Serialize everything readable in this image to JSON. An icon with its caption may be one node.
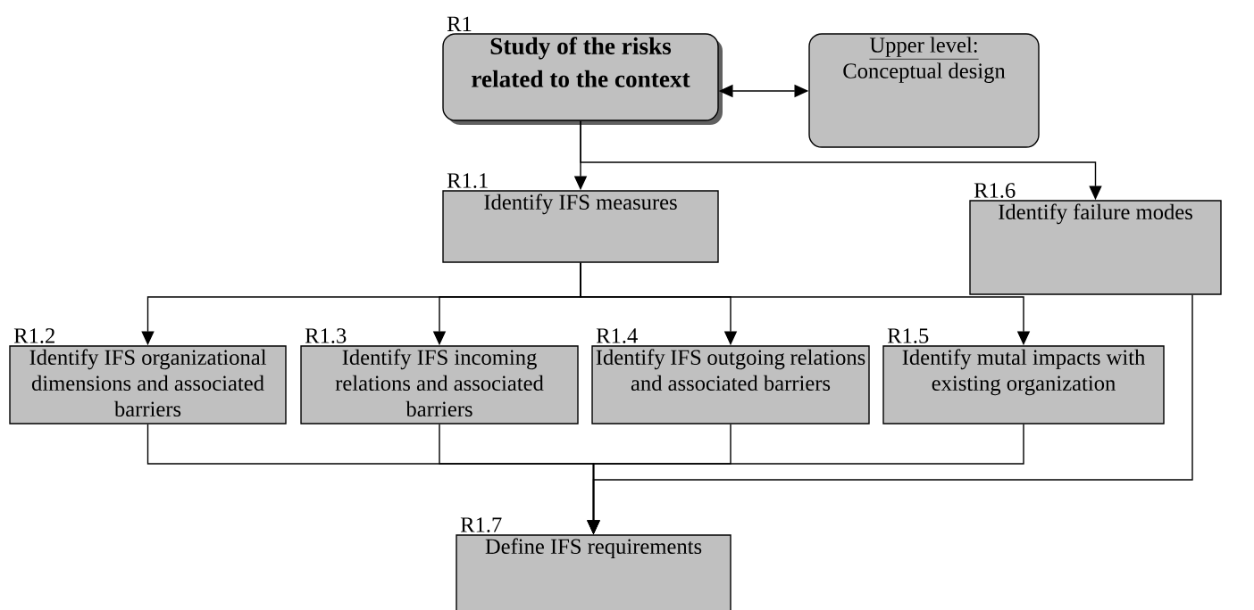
{
  "diagram": {
    "nodes": [
      {
        "text": [
          "Study of the risks related to the context"
        ],
        "beside": [
          "R1"
        ]
      },
      {
        "text": [
          "Upper level:",
          "Conceptual design"
        ]
      },
      {
        "text": [
          "Identify IFS measures"
        ],
        "beside": [
          "R1.1"
        ]
      },
      {
        "text": [
          "Identify failure modes"
        ],
        "beside": [
          "R1.6"
        ]
      },
      {
        "text": [
          "Identify IFS organizational dimensions and associated barriers"
        ],
        "beside": [
          "R1.2"
        ]
      },
      {
        "text": [
          "Identify IFS incoming relations and associated barriers"
        ],
        "beside": [
          "R1.3"
        ]
      },
      {
        "text": [
          "Identify IFS outgoing relations and associated barriers"
        ],
        "beside": [
          "R1.4"
        ]
      },
      {
        "text": [
          "Identify mutal impacts with existing organization"
        ],
        "beside": [
          "R1.5"
        ]
      },
      {
        "text": [
          "Define IFS requirements"
        ],
        "beside": [
          "R1.7"
        ]
      }
    ],
    "edges": [
      {
        "from": 0,
        "to": 1,
        "arrow": "both"
      },
      {
        "from": 0,
        "to": 2,
        "arrow": "to"
      },
      {
        "from": 0,
        "to": 3,
        "arrow": "to"
      },
      {
        "from": 2,
        "to": 4,
        "arrow": "to"
      },
      {
        "from": 2,
        "to": 5,
        "arrow": "to"
      },
      {
        "from": 2,
        "to": 6,
        "arrow": "to"
      },
      {
        "from": 2,
        "to": 7,
        "arrow": "to"
      },
      {
        "from": 4,
        "to": 8,
        "arrow": "to"
      },
      {
        "from": 5,
        "to": 8,
        "arrow": "to"
      },
      {
        "from": 6,
        "to": 8,
        "arrow": "to"
      },
      {
        "from": 7,
        "to": 8,
        "arrow": "to"
      },
      {
        "from": 3,
        "to": 8,
        "arrow": "to"
      }
    ]
  }
}
